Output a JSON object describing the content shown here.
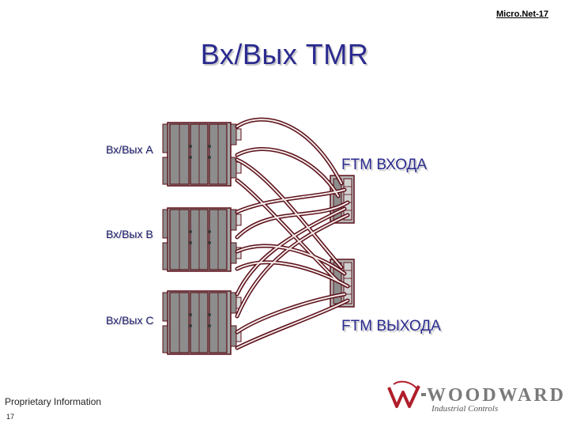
{
  "header": {
    "tag": "Micro.Net-17"
  },
  "title": "Вх/Вых TMR",
  "modules": [
    {
      "label": "Вх/Вых A"
    },
    {
      "label": "Вх/Вых B"
    },
    {
      "label": "Вх/Вых C"
    }
  ],
  "ftm": {
    "input_label": "FTM ВХОДА",
    "output_label": "FTM ВЫХОДА"
  },
  "footer": {
    "proprietary": "Proprietary Information",
    "page_number": "17"
  },
  "logo": {
    "wordmark": "WOODWARD",
    "tagline": "Industrial Controls"
  },
  "colors": {
    "title": "#2b2a8f",
    "cable": "#7a1a24",
    "chassis": "#9a9a9a",
    "logo_red": "#b01e2a"
  }
}
